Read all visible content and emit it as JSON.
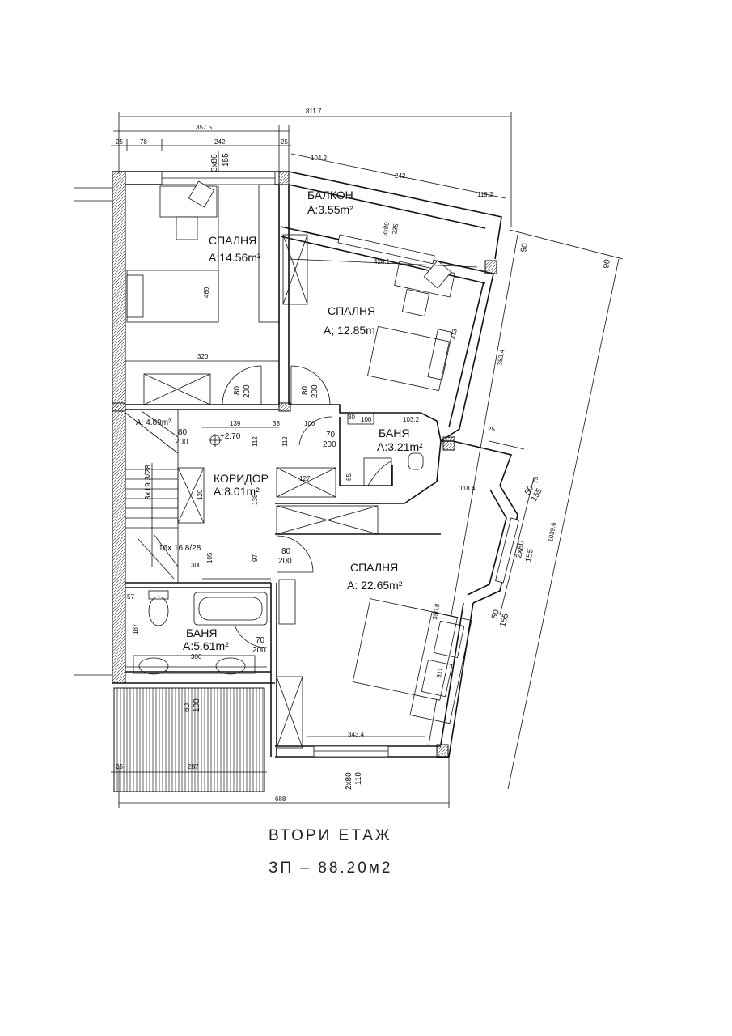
{
  "rooms": {
    "bedroom1": {
      "name": "СПАЛНЯ",
      "area": "A:14.56m²"
    },
    "balcony": {
      "name": "БАЛКОН",
      "area": "A:3.55m²"
    },
    "bedroom2": {
      "name": "СПАЛНЯ",
      "area": "A; 12.85m"
    },
    "bath1": {
      "name": "БАНЯ",
      "area": "A:3.21m²"
    },
    "corridor": {
      "name": "КОРИДОР",
      "area": "A:8.01m²"
    },
    "bedroom3": {
      "name": "СПАЛНЯ",
      "area": "A: 22.65m²"
    },
    "bath2": {
      "name": "БАНЯ",
      "area": "A:5.61m²"
    },
    "stair": {
      "area": "A: 4.89m²"
    }
  },
  "dimensions": {
    "overall_top": "811.7",
    "top_left_span": "357.5",
    "seg_25a": "25",
    "seg_78": "78",
    "seg_242": "242",
    "seg_25b": "25",
    "win_3x80": "3x80",
    "win_155": "155",
    "bal_104": "104.2",
    "bal_242": "242",
    "bal_119": "119.2",
    "bal_win": "3x80",
    "bal_win_h": "235",
    "d_428": "428.1",
    "d_460": "460",
    "d_320": "320",
    "d_313": "313",
    "d_383": "383.4",
    "d_90a": "90",
    "d_90b": "90",
    "d_25c": "25",
    "d_139": "139",
    "d_33": "33",
    "d_106": "106",
    "d_103": "103.2",
    "d_112a": "112",
    "d_112b": "112",
    "d_127": "127",
    "d_85": "85",
    "d_138": "138",
    "d_97": "97",
    "d_120": "120",
    "d_128": "118.4",
    "d_75": "75",
    "d_1039": "1039.6",
    "d_350": "350.8",
    "d_311": "311",
    "d_343": "343.4",
    "d_300a": "300",
    "d_300b": "300",
    "d_187": "187",
    "d_57": "57",
    "d_287": "287",
    "d_25d": "25",
    "d_688": "688",
    "d_105": "105",
    "d_60": "60",
    "d_100": "100",
    "elev": "+2.70",
    "stair_up": "16x 16.8/28",
    "stair_dn": "3x19.3/28"
  },
  "doors": {
    "d1a": "80",
    "d1b": "200",
    "d2a": "80",
    "d2b": "200",
    "d3a": "70",
    "d3b": "200",
    "d4a": "80",
    "d4b": "200",
    "d5a": "80",
    "d5b": "200",
    "d6a": "70",
    "d6b": "200",
    "d7": "30",
    "d8": "100"
  },
  "windows": {
    "w1a": "2x80",
    "w1b": "155",
    "w2a": "50",
    "w2b": "155",
    "w3a": "50",
    "w3b": "155",
    "w4a": "2x80",
    "w4b": "110"
  },
  "caption": {
    "floor": "ВТОРИ ЕТАЖ",
    "area": "ЗП  –  88.20м2"
  }
}
